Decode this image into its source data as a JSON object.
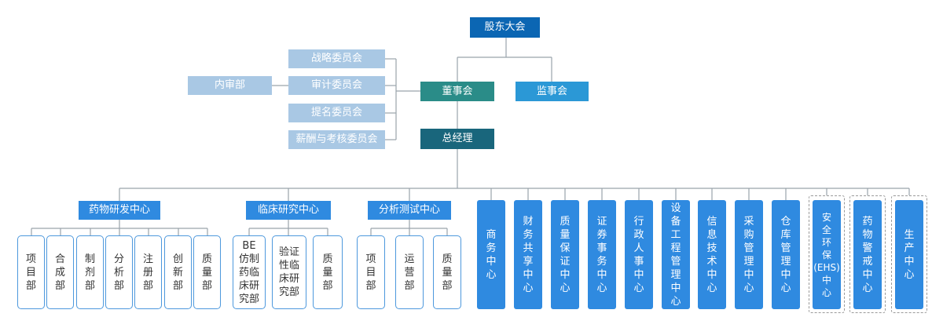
{
  "top": {
    "shareholders": "股东大会",
    "board": "董事会",
    "supervisory": "监事会",
    "gm": "总经理",
    "audit_dept": "内审部"
  },
  "committees": [
    "战略委员会",
    "审计委员会",
    "提名委员会",
    "薪酬与考核委员会"
  ],
  "centers": {
    "drug_rd": {
      "title": "药物研发中心",
      "depts": [
        "项\n目\n部",
        "合\n成\n部",
        "制\n剂\n部",
        "分\n析\n部",
        "注\n册\n部",
        "创\n新\n部",
        "质\n量\n部"
      ]
    },
    "clinical": {
      "title": "临床研究中心",
      "depts": [
        "BE\n仿制\n药临\n床研\n究部",
        "验证\n性临\n床研\n究部",
        "质\n量\n部"
      ]
    },
    "analysis": {
      "title": "分析测试中心",
      "depts": [
        "项\n目\n部",
        "运\n营\n部",
        "质\n量\n部"
      ]
    }
  },
  "columns": [
    "商\n务\n中\n心",
    "财\n务\n共\n享\n中\n心",
    "质\n量\n保\n证\n中\n心",
    "证\n券\n事\n务\n中\n心",
    "行\n政\n人\n事\n中\n心",
    "设\n备\n工\n程\n管\n理\n中\n心",
    "信\n息\n技\n术\n中\n心",
    "采\n购\n管\n理\n中\n心",
    "仓\n库\n管\n理\n中\n心",
    "安\n全\n环\n保\n(EHS)\n中\n心",
    "药\n物\n警\n戒\n中\n心",
    "生\n产\n中\n心"
  ]
}
